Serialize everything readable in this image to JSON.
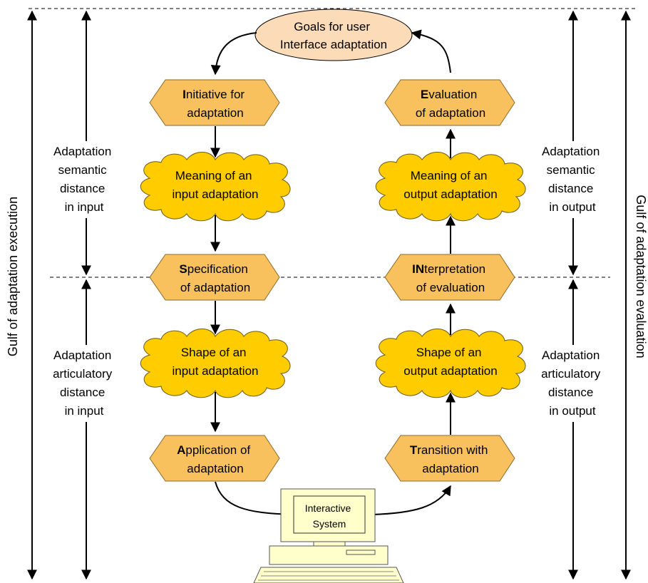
{
  "goals": {
    "line1": "Goals for user",
    "line2": "Interface adaptation"
  },
  "left_column": {
    "initiative": {
      "bold": "I",
      "rest1": "nitiative for",
      "line2": "adaptation"
    },
    "meaning_input": {
      "line1": "Meaning of an",
      "line2": "input adaptation"
    },
    "specification": {
      "bold": "S",
      "rest1": "pecification",
      "line2": "of adaptation"
    },
    "shape_input": {
      "line1": "Shape of an",
      "line2": "input adaptation"
    },
    "application": {
      "bold": "A",
      "rest1": "pplication of",
      "line2": "adaptation"
    }
  },
  "right_column": {
    "evaluation": {
      "bold": "E",
      "rest1": "valuation",
      "line2": "of adaptation"
    },
    "meaning_output": {
      "line1": "Meaning of an",
      "line2": "output adaptation"
    },
    "interpretation": {
      "bold": "IN",
      "rest1": "terpretation",
      "line2": "of evaluation"
    },
    "shape_output": {
      "line1": "Shape of an",
      "line2": "output adaptation"
    },
    "transition": {
      "bold": "T",
      "rest1": "ransition with",
      "line2": "adaptation"
    }
  },
  "computer": {
    "line1": "Interactive",
    "line2": "System"
  },
  "left_distances": {
    "semantic": [
      "Adaptation",
      "semantic",
      "distance",
      "in input"
    ],
    "articulatory": [
      "Adaptation",
      "articulatory",
      "distance",
      "in input"
    ]
  },
  "right_distances": {
    "semantic": [
      "Adaptation",
      "semantic",
      "distance",
      "in output"
    ],
    "articulatory": [
      "Adaptation",
      "articulatory",
      "distance",
      "in output"
    ]
  },
  "gulfs": {
    "execution": "Gulf of adaptation execution",
    "evaluation": "Gulf of adaptation evaluation"
  },
  "colors": {
    "hexagon_fill": "#f8c15e",
    "cloud_fill": "#ffcc00",
    "ellipse_fill": "#fcdcb8",
    "computer_fill": "#ffffcc"
  }
}
